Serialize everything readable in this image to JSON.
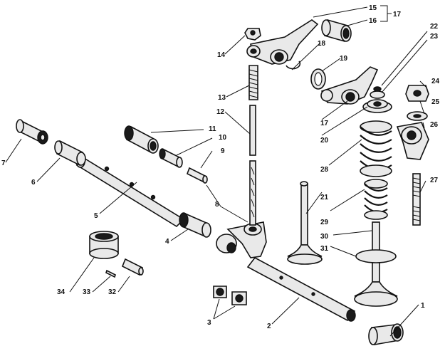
{
  "labels": {
    "n1": "1",
    "n2": "2",
    "n3": "3",
    "n4": "4",
    "n5": "5",
    "n6": "6",
    "n7": "7",
    "n8": "8",
    "n9": "9",
    "n10": "10",
    "n11": "11",
    "n12": "12",
    "n13": "13",
    "n14": "14",
    "n15": "15",
    "n16": "16",
    "n17": "17",
    "n18": "18",
    "n19": "19",
    "n20": "20",
    "n21": "21",
    "n22": "22",
    "n23": "23",
    "n24": "24",
    "n25": "25",
    "n26": "26",
    "n27": "27",
    "n28": "28",
    "n29": "29",
    "n30": "30",
    "n31": "31",
    "n32": "32",
    "n33": "33",
    "n34": "34"
  },
  "style": {
    "ink": "#111111",
    "part_fill": "#e9e9e9",
    "background": "#ffffff"
  }
}
